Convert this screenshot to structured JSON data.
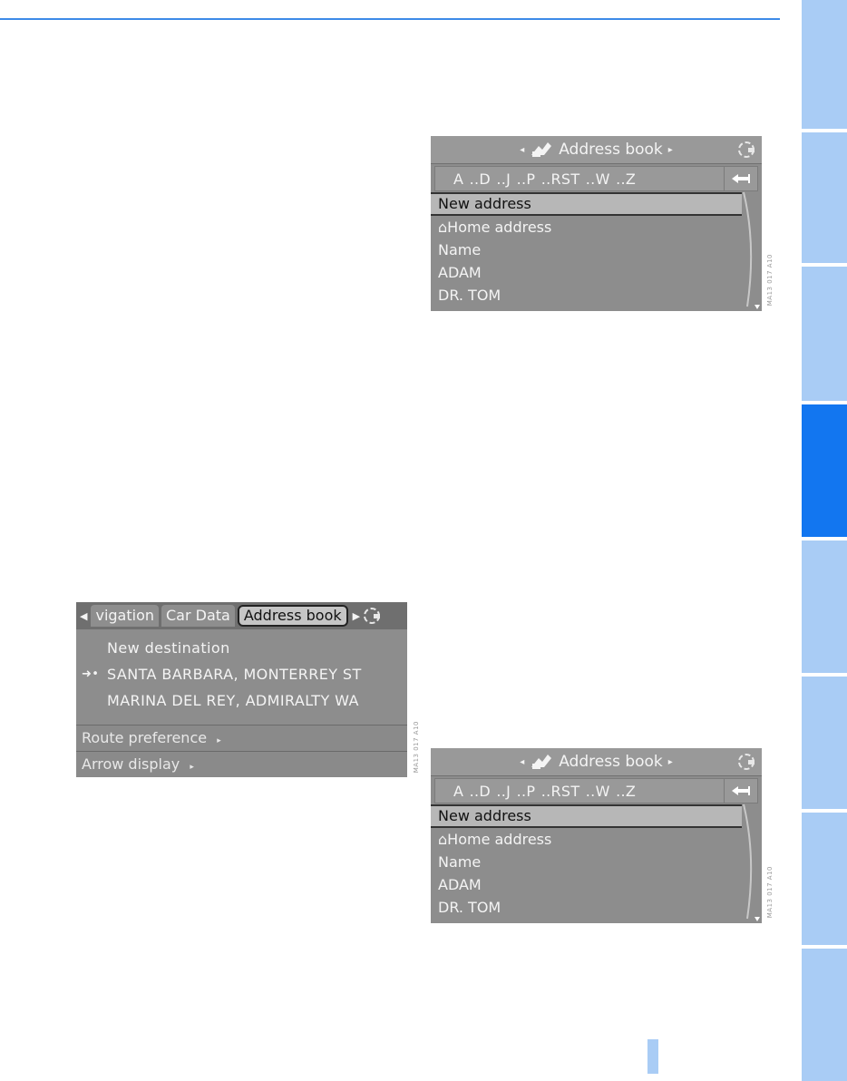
{
  "colors": {
    "accent": "#3d8ae8",
    "side_tab_light": "#a9ccf5",
    "side_tab_active": "#1276f0",
    "screen_bg": "#8d8d8d"
  },
  "address_book_top": {
    "header": {
      "title": "Address book",
      "icon": "address-book-icon",
      "left_arrow": "◂",
      "right_arrow": "▸"
    },
    "alphabet": "A ..D ..J ..P ..RST ..W ..Z",
    "back_icon": "back-arrow-icon",
    "items": [
      {
        "label": "New address"
      },
      {
        "label": "Home address",
        "icon": "home-icon"
      },
      {
        "label": "Name"
      },
      {
        "label": "ADAM"
      },
      {
        "label": "DR. TOM"
      }
    ]
  },
  "navigation_menu": {
    "tabs": [
      {
        "label": "vigation"
      },
      {
        "label": "Car Data"
      },
      {
        "label": "Address book"
      }
    ],
    "items": [
      {
        "label": "New destination",
        "mark": ""
      },
      {
        "label": "SANTA BARBARA, MONTERREY ST",
        "mark": "➜•"
      },
      {
        "label": "MARINA DEL REY, ADMIRALTY WA",
        "mark": ""
      }
    ],
    "bottom": [
      {
        "label": "Route preference"
      },
      {
        "label": "Arrow display"
      }
    ]
  },
  "address_book_bottom": {
    "header": {
      "title": "Address book",
      "icon": "address-book-icon",
      "left_arrow": "◂",
      "right_arrow": "▸"
    },
    "alphabet": "A ..D ..J ..P ..RST ..W ..Z",
    "back_icon": "back-arrow-icon",
    "items": [
      {
        "label": "New address"
      },
      {
        "label": "Home address",
        "icon": "home-icon"
      },
      {
        "label": "Name"
      },
      {
        "label": "ADAM"
      },
      {
        "label": "DR. TOM"
      }
    ]
  }
}
